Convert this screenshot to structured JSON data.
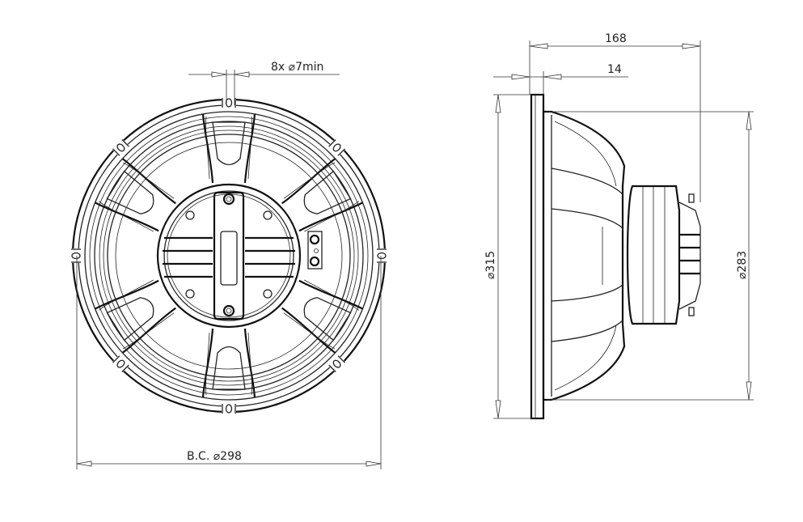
{
  "drawing": {
    "front_view": {
      "hole_note": "8x ⌀7min",
      "bolt_circle": "B.C. ⌀298",
      "bolt_hole_count": 8
    },
    "side_view": {
      "overall_depth": "168",
      "flange_thickness": "14",
      "outer_diameter": "⌀315",
      "cutout_diameter": "⌀283"
    },
    "line_color": "#222222"
  }
}
